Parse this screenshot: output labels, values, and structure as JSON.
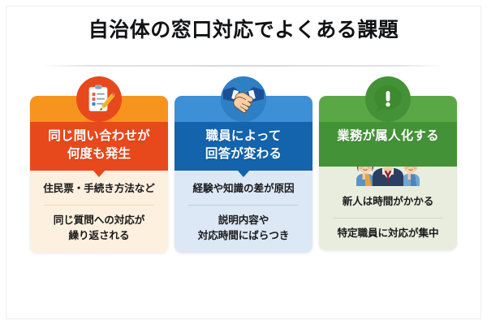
{
  "slide": {
    "title": "自治体の窓口対応でよくある課題",
    "background_color": "#ffffff",
    "frame_border_color": "#eceef0"
  },
  "cards": [
    {
      "id": "card-same-inquiry",
      "icon": "clipboard-checklist-pencil-icon",
      "accent_color": "#e8491c",
      "accent_top_color": "#f7941e",
      "body_background": "#fdf0de",
      "heading": "同じ問い合わせが\n何度も発生",
      "subtitle": "住民票・手続き方法など",
      "detail": "同じ質問への対応が\n繰り返される"
    },
    {
      "id": "card-answer-varies",
      "icon": "handshake-icon",
      "accent_color": "#1363ad",
      "accent_top_color": "#3d8fd6",
      "body_background": "#dce8f5",
      "heading": "職員によって\n回答が変わる",
      "subtitle": "経験や知識の差が原因",
      "detail": "説明内容や\n対応時間にばらつき"
    },
    {
      "id": "card-personalized-work",
      "icon": "speech-bubble-exclamation-icon",
      "secondary_icon": "three-people-icon",
      "accent_color": "#449237",
      "accent_top_color": "#5aa845",
      "body_background": "#e9edde",
      "heading": "業務が属人化する",
      "subtitle": "新人は時間がかかる",
      "detail": "特定職員に対応が集中"
    }
  ]
}
